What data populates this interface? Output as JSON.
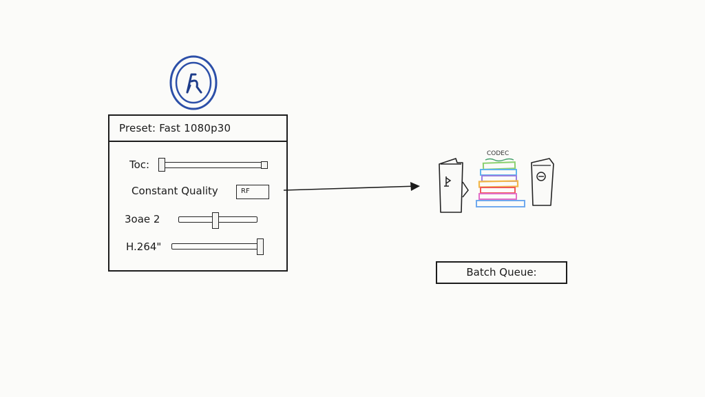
{
  "preset_panel": {
    "title": "Preset:  Fast 1080p30",
    "rows": [
      {
        "label": "Toc:",
        "control": "slider",
        "level": 0.02
      },
      {
        "label": "Constant Quality",
        "control": "field",
        "value": "RF"
      },
      {
        "label": "3oae 2",
        "control": "slider",
        "level": 0.5
      },
      {
        "label": "H.264\"",
        "control": "slider",
        "level": 0.97
      }
    ]
  },
  "codec_label": "CODEC",
  "batch_queue": {
    "label": "Batch Queue:"
  },
  "icons": {
    "app": "handbrake-app-icon",
    "source": "source-file-icon",
    "output": "output-file-icon",
    "stack": "codec-stack-icon"
  },
  "colors": {
    "ink": "#1c1c1c",
    "app_icon": "#2c4fa8",
    "stack": [
      "#8ad06e",
      "#5fb4ee",
      "#9a7fe0",
      "#f2b84a",
      "#ef5a5a",
      "#e36fc8",
      "#6fa9ee"
    ]
  }
}
